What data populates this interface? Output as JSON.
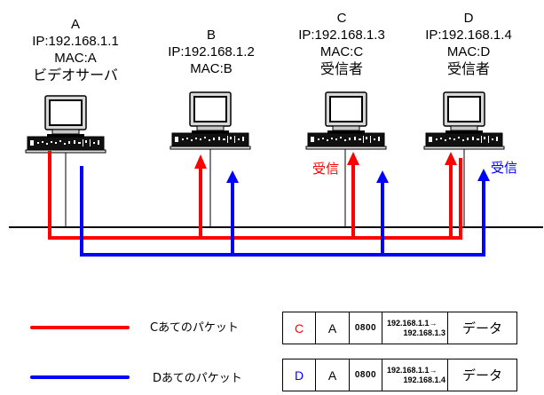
{
  "hosts": [
    {
      "id": "A",
      "ip": "IP:192.168.1.1",
      "mac": "MAC:A",
      "role": "ビデオサーバ"
    },
    {
      "id": "B",
      "ip": "IP:192.168.1.2",
      "mac": "MAC:B",
      "role": ""
    },
    {
      "id": "C",
      "ip": "IP:192.168.1.3",
      "mac": "MAC:C",
      "role": "受信者"
    },
    {
      "id": "D",
      "ip": "IP:192.168.1.4",
      "mac": "MAC:D",
      "role": "受信者"
    }
  ],
  "receive_labels": {
    "c": "受信",
    "d": "受信"
  },
  "colors": {
    "packet_to_c": "#ff0000",
    "packet_to_d": "#0000ff",
    "network": "#000000"
  },
  "legend": [
    {
      "label": "Cあてのパケット",
      "color": "#ff0000"
    },
    {
      "label": "Dあてのパケット",
      "color": "#0000ff"
    }
  ],
  "packets": [
    {
      "dst_mac": "C",
      "src_mac": "A",
      "type": "0800",
      "ip_src": "192.168.1.1→",
      "ip_dst": "192.168.1.3",
      "payload": "データ",
      "dst_color": "#ff0000"
    },
    {
      "dst_mac": "D",
      "src_mac": "A",
      "type": "0800",
      "ip_src": "192.168.1.1→",
      "ip_dst": "192.168.1.4",
      "payload": "データ",
      "dst_color": "#0000ff"
    }
  ]
}
